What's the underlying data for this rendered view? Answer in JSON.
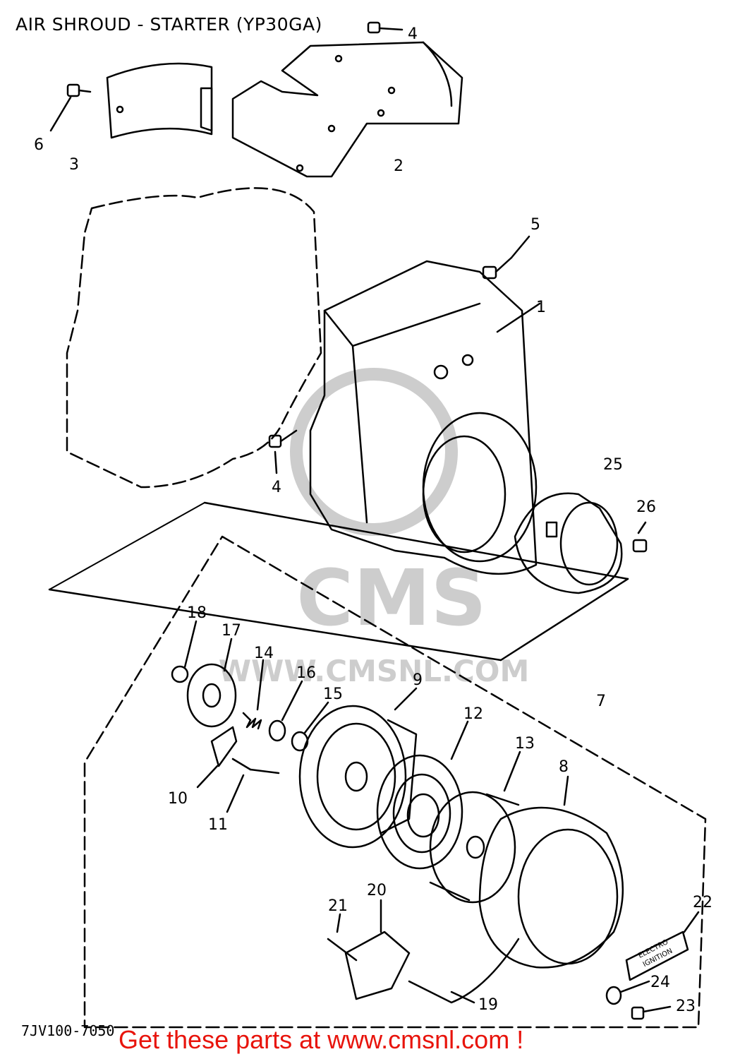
{
  "diagram": {
    "title": "AIR SHROUD - STARTER (YP30GA)",
    "drawing_code": "7JV100-7050",
    "watermark": {
      "logo_text": "CMS",
      "url_text": "WWW.CMSNL.COM",
      "color": "#c8c8c8"
    },
    "promo": {
      "text": "Get these parts at www.cmsnl.com !",
      "color": "#e8140c"
    },
    "callouts": [
      "1",
      "2",
      "3",
      "4",
      "4",
      "5",
      "6",
      "7",
      "8",
      "9",
      "10",
      "11",
      "12",
      "13",
      "14",
      "15",
      "16",
      "17",
      "18",
      "19",
      "20",
      "21",
      "22",
      "23",
      "24",
      "25",
      "26"
    ],
    "label_plate": {
      "line1": "ELECTRO",
      "line2": "IGNITION"
    }
  }
}
